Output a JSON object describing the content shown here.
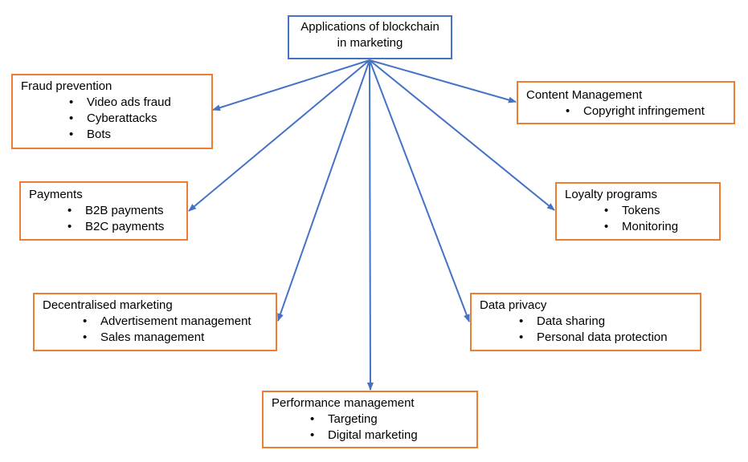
{
  "root": {
    "line1": "Applications of blockchain",
    "line2": "in marketing"
  },
  "branches": {
    "fraud": {
      "title": "Fraud prevention",
      "items": [
        "Video ads fraud",
        "Cyberattacks",
        "Bots"
      ]
    },
    "payments": {
      "title": "Payments",
      "items": [
        "B2B payments",
        "B2C payments"
      ]
    },
    "decentralised": {
      "title": "Decentralised marketing",
      "items": [
        "Advertisement management",
        "Sales management"
      ]
    },
    "performance": {
      "title": "Performance management",
      "items": [
        "Targeting",
        "Digital marketing"
      ]
    },
    "privacy": {
      "title": "Data privacy",
      "items": [
        "Data sharing",
        "Personal data protection"
      ]
    },
    "loyalty": {
      "title": "Loyalty programs",
      "items": [
        "Tokens",
        "Monitoring"
      ]
    },
    "content": {
      "title": "Content Management",
      "items": [
        "Copyright infringement"
      ]
    }
  },
  "colors": {
    "root_border": "#4472C4",
    "branch_border": "#ED7D31",
    "connector": "#4472C4"
  }
}
